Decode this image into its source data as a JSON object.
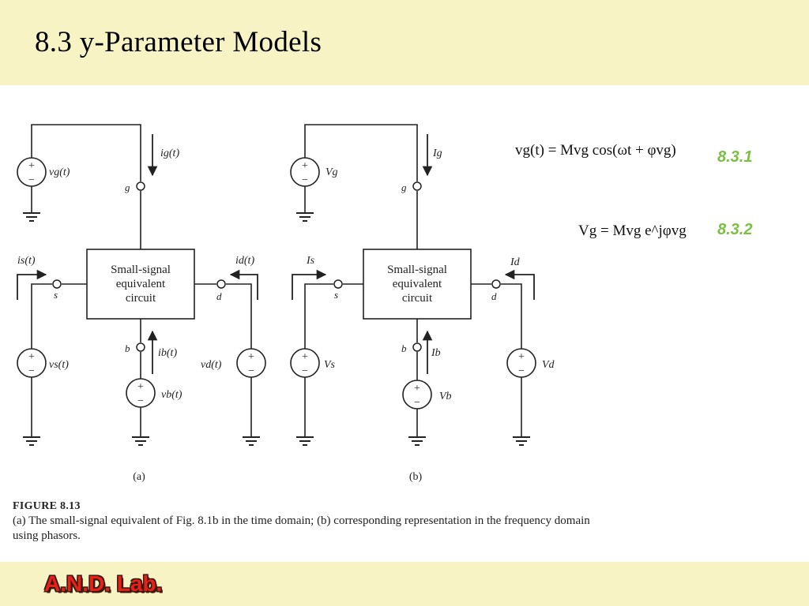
{
  "slide": {
    "title": "8.3 y-Parameter Models",
    "footer_logo": "A.N.D. Lab."
  },
  "figure": {
    "block_label": [
      "Small-signal",
      "equivalent",
      "circuit"
    ],
    "panel_a": {
      "label": "(a)",
      "gate_node": "g",
      "source_node": "s",
      "drain_node": "d",
      "body_node": "b",
      "gate_current": "ig(t)",
      "source_current": "is(t)",
      "drain_current": "id(t)",
      "body_current": "ib(t)",
      "gate_source": "vg(t)",
      "source_source": "vs(t)",
      "drain_source": "vd(t)",
      "body_source": "vb(t)"
    },
    "panel_b": {
      "label": "(b)",
      "gate_node": "g",
      "source_node": "s",
      "drain_node": "d",
      "body_node": "b",
      "gate_current": "Ig",
      "source_current": "Is",
      "drain_current": "Id",
      "body_current": "Ib",
      "gate_source": "Vg",
      "source_source": "Vs",
      "drain_source": "Vd",
      "body_source": "Vb"
    },
    "caption_title": "FIGURE 8.13",
    "caption_text": "(a) The small-signal equivalent of Fig. 8.1b in the time domain; (b) corresponding representation in the frequency domain using phasors."
  },
  "equations": [
    {
      "number": "8.3.1",
      "lhs": "vg(t)",
      "rhs": "Mvg cos(ωt + φvg)"
    },
    {
      "number": "8.3.2",
      "lhs": "Vg",
      "rhs": "Mvg e^jφvg"
    }
  ],
  "colors": {
    "header_bg": "#f7f3c4",
    "equation_number": "#7bc043",
    "logo": "#e9201a"
  }
}
